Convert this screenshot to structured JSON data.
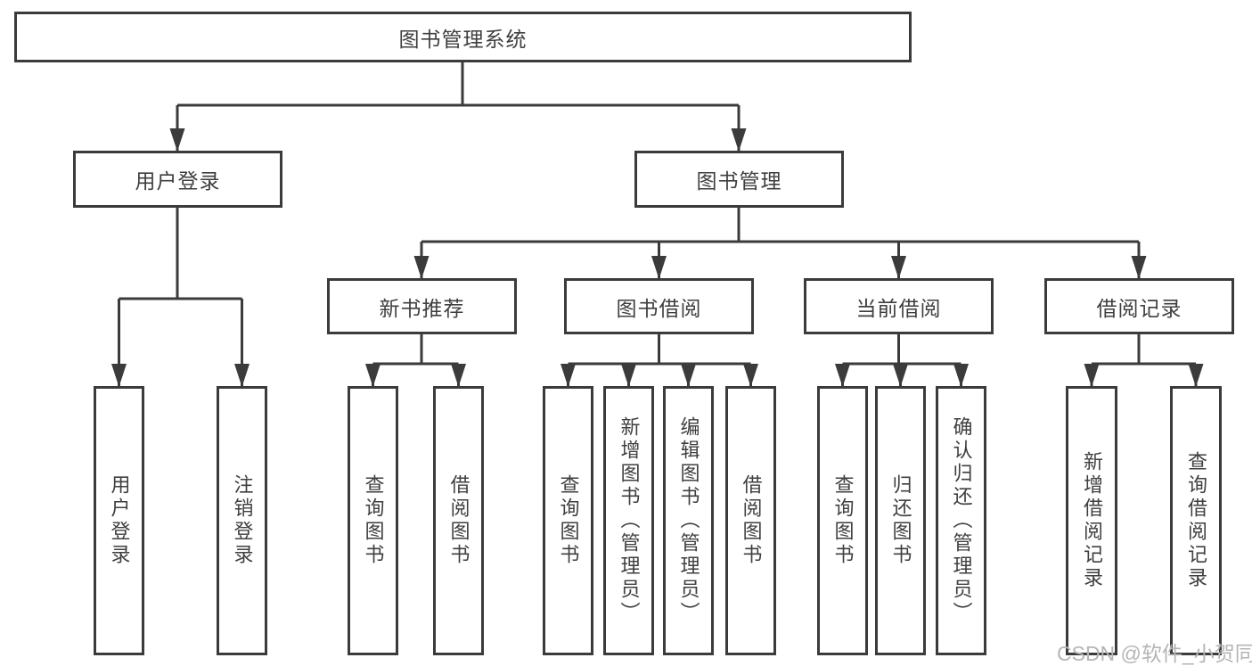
{
  "diagram": {
    "root": {
      "label": "图书管理系统"
    },
    "level2": [
      {
        "label": "用户登录"
      },
      {
        "label": "图书管理"
      }
    ],
    "level3": [
      {
        "label": "新书推荐"
      },
      {
        "label": "图书借阅"
      },
      {
        "label": "当前借阅"
      },
      {
        "label": "借阅记录"
      }
    ],
    "leaves": {
      "user_login": [
        {
          "label": "用户登录"
        },
        {
          "label": "注销登录"
        }
      ],
      "new_book": [
        {
          "label": "查询图书"
        },
        {
          "label": "借阅图书"
        }
      ],
      "book_borrow": [
        {
          "label": "查询图书"
        },
        {
          "label": "新增图书（管理员）"
        },
        {
          "label": "编辑图书（管理员）"
        },
        {
          "label": "借阅图书"
        }
      ],
      "current_borrow": [
        {
          "label": "查询图书"
        },
        {
          "label": "归还图书"
        },
        {
          "label": "确认归还（管理员）"
        }
      ],
      "records": [
        {
          "label": "新增借阅记录"
        },
        {
          "label": "查询借阅记录"
        }
      ]
    },
    "watermark": "CSDN @软件_小贺同学",
    "colors": {
      "line": "#3b3b3b",
      "text": "#3f3f3f",
      "watermark": "#b5b5b5",
      "background": "#ffffff"
    }
  }
}
